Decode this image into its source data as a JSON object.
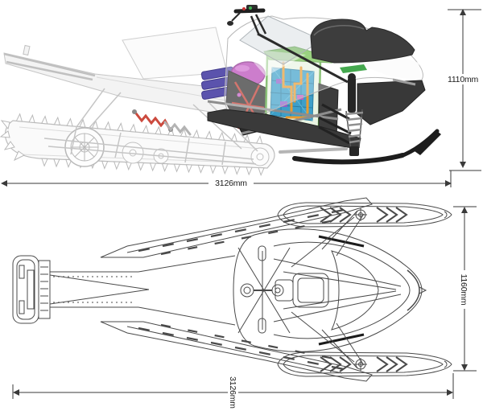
{
  "side_view": {
    "height_label": "1110mm",
    "length_label": "3126mm"
  },
  "top_view": {
    "width_label": "1160mm",
    "length_label": "3126mm"
  },
  "colors": {
    "motor_magenta": "#b646b6",
    "module_indigo": "#5b53ad",
    "battery_cage_green": "#5aa83e",
    "battery_panel_blue": "#3d9fc9",
    "cable_orange": "#e89b30",
    "shock_red": "#cc4a3e",
    "brace_red": "#c03a30",
    "accent_green": "#44a84e",
    "drawing_line": "#4a4a4a",
    "dimension_text": "#1a1a1a"
  }
}
